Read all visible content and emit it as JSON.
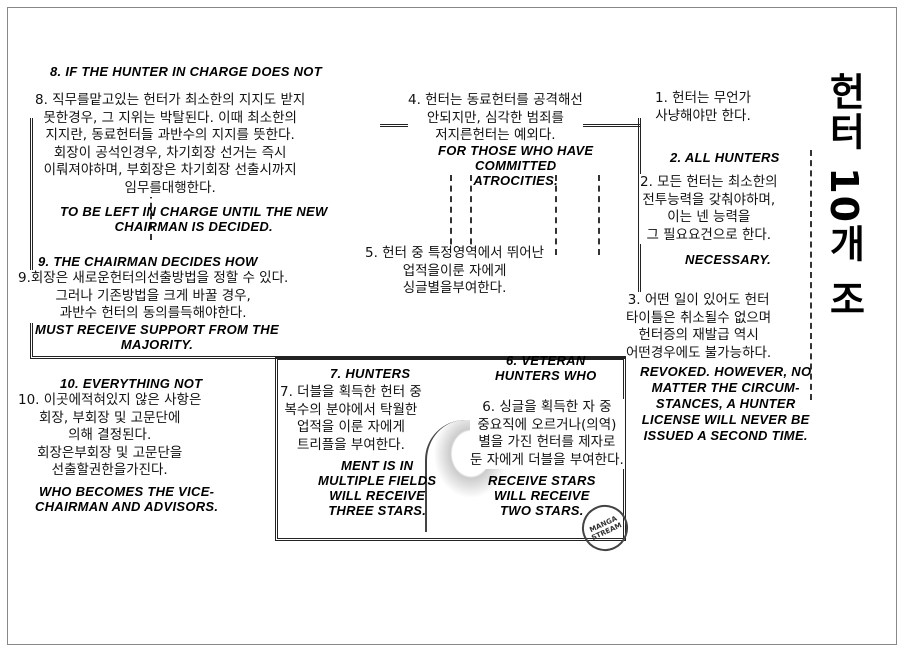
{
  "title_vertical": "헌터 10개 조",
  "rules": {
    "r1": {
      "ko": [
        "1. 헌터는 무언가",
        "사냥해야만 한다."
      ]
    },
    "r2": {
      "en_head": "2. ALL HUNTERS",
      "ko": [
        "2. 모든 헌터는 최소한의",
        "전투능력을 갖춰야하며,",
        "이는 넨 능력을",
        "그 필요요건으로 한다."
      ],
      "en_tail": "NECESSARY."
    },
    "r3": {
      "ko": [
        "3. 어떤 일이 있어도 헌터",
        "타이틀은 취소될수 없으며",
        "헌터증의 재발급 역시",
        "어떤경우에도 불가능하다."
      ],
      "en_tail": [
        "REVOKED. HOWEVER, NO",
        "MATTER THE CIRCUM-",
        "STANCES, A HUNTER",
        "LICENSE WILL NEVER BE",
        "ISSUED A SECOND TIME."
      ]
    },
    "r4": {
      "ko": [
        "4. 헌터는 동료헌터를 공격해선",
        "안되지만, 심각한 범죄를",
        "저지른헌터는 예외다."
      ],
      "en_tail": [
        "FOR THOSE WHO HAVE",
        "COMMITTED",
        "ATROCITIES."
      ]
    },
    "r5": {
      "ko": [
        "5. 헌터 중 특정영역에서 뛰어난",
        "업적을이룬 자에게",
        "싱글별을부여한다."
      ]
    },
    "r6": {
      "en_head": [
        "6. VETERAN",
        "HUNTERS WHO"
      ],
      "ko": [
        "6. 싱글을 획득한 자 중",
        "중요직에 오르거나(의역)",
        "별을 가진 헌터를 제자로",
        "둔 자에게 더블을 부여한다."
      ],
      "en_tail": [
        "RECEIVE STARS",
        "WILL RECEIVE",
        "TWO STARS."
      ]
    },
    "r7": {
      "en_head": "7. HUNTERS",
      "ko": [
        "7. 더블을 획득한 헌터 중",
        "복수의 분야에서 탁월한",
        "업적을 이룬 자에게",
        "트리플을 부여한다."
      ],
      "en_tail": [
        "MENT IS IN",
        "MULTIPLE FIELDS",
        "WILL RECEIVE",
        "THREE STARS."
      ]
    },
    "r8": {
      "en_head": "8. IF THE HUNTER IN CHARGE DOES NOT",
      "ko": [
        "8. 직무를맡고있는 헌터가 최소한의 지지도 받지",
        "못한경우, 그 지위는 박탈된다. 이때 최소한의",
        "지지란, 동료헌터들 과반수의 지지를 뜻한다.",
        "회장이 공석인경우, 차기회장 선거는 즉시",
        "이뤄져야하며, 부회장은 차기회장 선출시까지",
        "임무를대행한다."
      ],
      "en_tail": [
        "TO BE LEFT IN CHARGE UNTIL THE NEW",
        "CHAIRMAN IS DECIDED."
      ]
    },
    "r9": {
      "en_head": "9. THE CHAIRMAN DECIDES HOW",
      "ko": [
        "9.회장은 새로운헌터의선출방법을 정할 수 있다.",
        "그러나 기존방법을 크게 바꿀 경우,",
        "과반수 헌터의 동의를득해야한다."
      ],
      "en_tail": [
        "MUST RECEIVE SUPPORT FROM THE",
        "MAJORITY."
      ]
    },
    "r10": {
      "en_head": "10. EVERYTHING NOT",
      "ko": [
        "10. 이곳에적혀있지 않은 사항은",
        "회장, 부회장 및 고문단에",
        "의해 결정된다.",
        "회장은부회장 및 고문단을",
        "선출할권한을가진다."
      ],
      "en_tail": [
        "WHO BECOMES THE VICE-",
        "CHAIRMAN AND ADVISORS."
      ]
    }
  },
  "watermark": "MANGA STREAM"
}
